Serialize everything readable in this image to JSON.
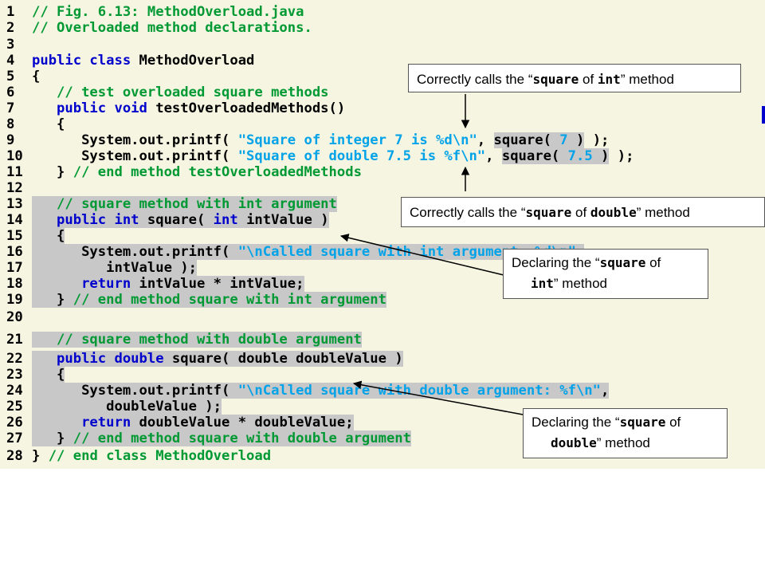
{
  "code_lines": [
    {
      "num": "1",
      "segs": [
        {
          "t": "// Fig. 6.13: MethodOverload.java",
          "c": "comment"
        }
      ]
    },
    {
      "num": "2",
      "segs": [
        {
          "t": "// Overloaded method declarations.",
          "c": "comment"
        }
      ]
    },
    {
      "num": "3",
      "segs": []
    },
    {
      "num": "4",
      "segs": [
        {
          "t": "public class ",
          "c": "kw"
        },
        {
          "t": "MethodOverload",
          "c": "plain"
        }
      ]
    },
    {
      "num": "5",
      "segs": [
        {
          "t": "{",
          "c": "plain"
        }
      ]
    },
    {
      "num": "6",
      "segs": [
        {
          "t": "   // test overloaded square methods",
          "c": "comment"
        }
      ]
    },
    {
      "num": "7",
      "segs": [
        {
          "t": "   public void ",
          "c": "kw"
        },
        {
          "t": "testOverloadedMethods()",
          "c": "plain"
        }
      ]
    },
    {
      "num": "8",
      "segs": [
        {
          "t": "   {",
          "c": "plain"
        }
      ]
    },
    {
      "num": "9",
      "segs": [
        {
          "t": "      System.out.printf( ",
          "c": "plain"
        },
        {
          "t": "\"Square of integer 7 is %d\\n\"",
          "c": "str"
        },
        {
          "t": ", ",
          "c": "plain"
        },
        {
          "t": "square( ",
          "c": "plain",
          "h": true
        },
        {
          "t": "7",
          "c": "str",
          "h": true
        },
        {
          "t": " )",
          "c": "plain",
          "h": true
        },
        {
          "t": " );",
          "c": "plain"
        }
      ]
    },
    {
      "num": "10",
      "segs": [
        {
          "t": "      System.out.printf( ",
          "c": "plain"
        },
        {
          "t": "\"Square of double 7.5 is %f\\n\"",
          "c": "str"
        },
        {
          "t": ", ",
          "c": "plain"
        },
        {
          "t": "square( ",
          "c": "plain",
          "h": true
        },
        {
          "t": "7.5",
          "c": "str",
          "h": true
        },
        {
          "t": " )",
          "c": "plain",
          "h": true
        },
        {
          "t": " );",
          "c": "plain"
        }
      ]
    },
    {
      "num": "11",
      "segs": [
        {
          "t": "   } ",
          "c": "plain"
        },
        {
          "t": "// end method testOverloadedMethods",
          "c": "comment"
        }
      ]
    },
    {
      "num": "12",
      "segs": []
    },
    {
      "num": "13",
      "segs": [
        {
          "t": "   // square method with int argument",
          "c": "comment",
          "h": true
        }
      ]
    },
    {
      "num": "14",
      "segs": [
        {
          "t": "   public int ",
          "c": "kw",
          "h": true
        },
        {
          "t": "square( ",
          "c": "plain",
          "h": true
        },
        {
          "t": "int ",
          "c": "kw",
          "h": true
        },
        {
          "t": "intValue )",
          "c": "plain",
          "h": true
        }
      ]
    },
    {
      "num": "15",
      "segs": [
        {
          "t": "   {",
          "c": "plain",
          "h": true
        }
      ]
    },
    {
      "num": "16",
      "segs": [
        {
          "t": "      System.out.printf( ",
          "c": "plain",
          "h": true
        },
        {
          "t": "\"\\nCalled square with int argument: %d\\n\"",
          "c": "str",
          "h": true
        },
        {
          "t": ",",
          "c": "plain",
          "h": true
        }
      ]
    },
    {
      "num": "17",
      "segs": [
        {
          "t": "         intValue );",
          "c": "plain",
          "h": true
        }
      ]
    },
    {
      "num": "18",
      "segs": [
        {
          "t": "      return ",
          "c": "kw",
          "h": true
        },
        {
          "t": "intValue * intValue;",
          "c": "plain",
          "h": true
        }
      ]
    },
    {
      "num": "19",
      "segs": [
        {
          "t": "   } ",
          "c": "plain",
          "h": true
        },
        {
          "t": "// end method square with int argument",
          "c": "comment",
          "h": true
        }
      ]
    },
    {
      "num": "20",
      "segs": []
    },
    {
      "num": "21",
      "segs": [
        {
          "t": "   // square method with double argument",
          "c": "comment",
          "h": true
        }
      ]
    },
    {
      "num": "22",
      "segs": [
        {
          "t": "   public double ",
          "c": "kw",
          "h": true
        },
        {
          "t": "square( ",
          "c": "plain",
          "h": true
        },
        {
          "t": "double ",
          "c": "plain",
          "h": true
        },
        {
          "t": "doubleValue )",
          "c": "plain",
          "h": true
        }
      ]
    },
    {
      "num": "23",
      "segs": [
        {
          "t": "   {",
          "c": "plain",
          "h": true
        }
      ]
    },
    {
      "num": "24",
      "segs": [
        {
          "t": "      System.out.printf( ",
          "c": "plain",
          "h": true
        },
        {
          "t": "\"\\nCalled square with double argument: %f\\n\"",
          "c": "str",
          "h": true
        },
        {
          "t": ",",
          "c": "plain",
          "h": true
        }
      ]
    },
    {
      "num": "25",
      "segs": [
        {
          "t": "         doubleValue );",
          "c": "plain",
          "h": true
        }
      ]
    },
    {
      "num": "26",
      "segs": [
        {
          "t": "      return ",
          "c": "kw",
          "h": true
        },
        {
          "t": "doubleValue * doubleValue;",
          "c": "plain",
          "h": true
        }
      ]
    },
    {
      "num": "27",
      "segs": [
        {
          "t": "   } ",
          "c": "plain",
          "h": true
        },
        {
          "t": "// end method square with double argument",
          "c": "comment",
          "h": true
        }
      ]
    },
    {
      "num": "28",
      "segs": [
        {
          "t": "} ",
          "c": "plain"
        },
        {
          "t": "// end class MethodOverload",
          "c": "comment"
        }
      ]
    }
  ],
  "callouts": {
    "int_call": {
      "pre": "Correctly calls the “",
      "mono1": "square",
      "mid": " of ",
      "mono2": "int",
      "post": "” method"
    },
    "double_call": {
      "pre": "Correctly calls the “",
      "mono1": "square",
      "mid": " of ",
      "mono2": "double",
      "post": "” method"
    },
    "int_decl": {
      "pre": "Declaring the “",
      "mono1": "square",
      "mid": " of",
      "mono2": "int",
      "post": "” method"
    },
    "double_decl": {
      "pre": "Declaring the “",
      "mono1": "square",
      "mid": " of",
      "mono2": "double",
      "post": "” method"
    }
  },
  "colors": {
    "background": "#f5f5e1",
    "comment": "#009933",
    "keyword": "#0000cc",
    "string": "#00a2e8",
    "highlight": "#c8c8c8"
  }
}
